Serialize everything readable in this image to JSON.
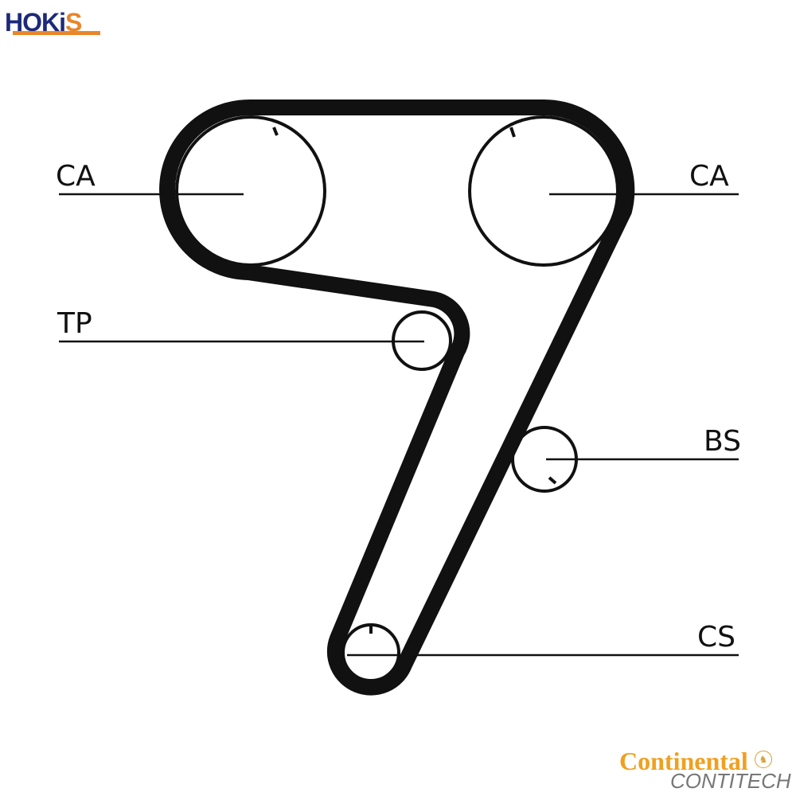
{
  "logos": {
    "top_left": "HOKIS",
    "bottom_right_1": "Continental",
    "bottom_right_2": "CONTITECH"
  },
  "labels": {
    "ca_left": "CA",
    "ca_right": "CA",
    "tp": "TP",
    "bs": "BS",
    "cs": "CS"
  },
  "colors": {
    "belt": "#111111",
    "hokis_blue": "#1d2a7a",
    "hokis_orange": "#e8862a",
    "continental_orange": "#f0a020",
    "contitech_gray": "#777777"
  }
}
